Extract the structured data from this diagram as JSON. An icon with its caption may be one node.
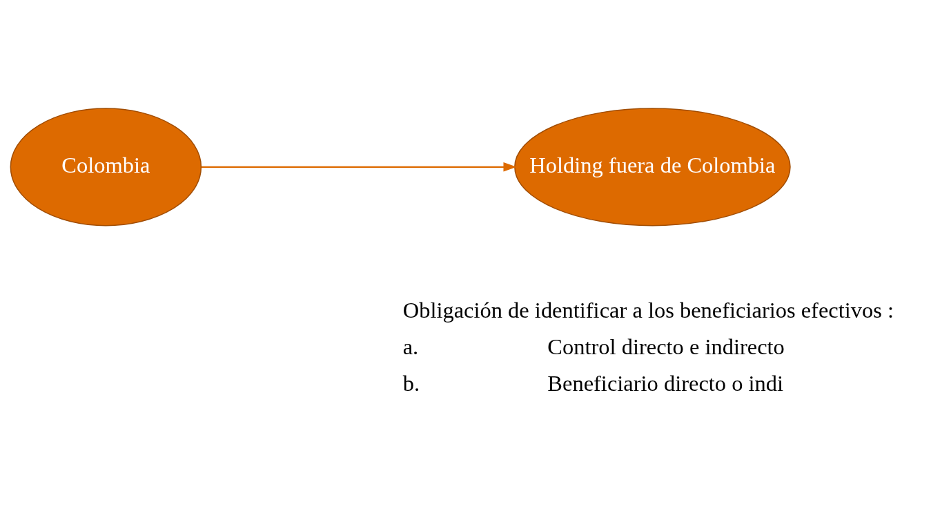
{
  "diagram": {
    "nodes": [
      {
        "text": [
          "Colombia"
        ]
      },
      {
        "text": [
          "Holding fuera de Colombia"
        ]
      }
    ],
    "edges": [
      {
        "from": 0,
        "to": 1,
        "arrow": "to"
      }
    ],
    "labels": [
      "Obligación de identificar a los beneficiarios efectivos :",
      "a.",
      "Control directo e indirecto",
      "b.",
      "Beneficiario directo o indi"
    ]
  }
}
